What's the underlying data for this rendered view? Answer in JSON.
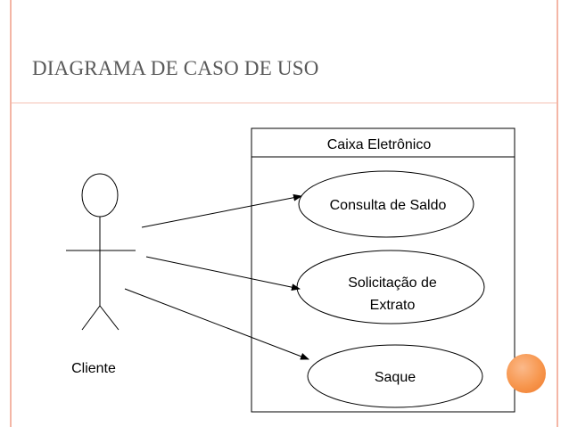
{
  "slide": {
    "title": "DIAGRAMA DE CASO DE USO",
    "accent_color": "#f7964d",
    "frame_color": "#f4b6a6"
  },
  "diagram": {
    "system_label": "Caixa Eletrônico",
    "actor_label": "Cliente",
    "use_cases": [
      {
        "lines": [
          "Consulta de Saldo"
        ]
      },
      {
        "lines": [
          "Solicitação de",
          "Extrato"
        ]
      },
      {
        "lines": [
          "Saque"
        ]
      }
    ]
  }
}
